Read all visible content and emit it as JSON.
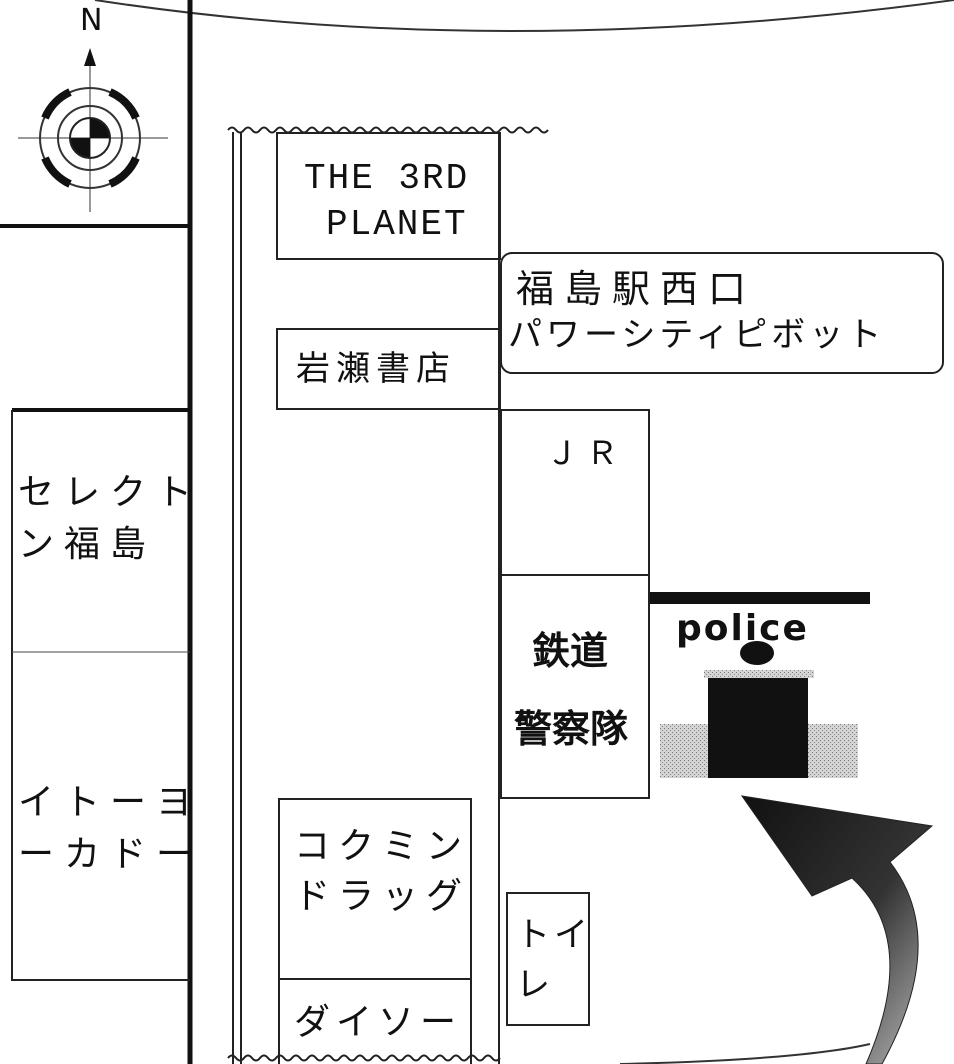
{
  "compass": {
    "north_label": "N"
  },
  "labels": {
    "third_planet_line1": "THE 3RD",
    "third_planet_line2": "PLANET",
    "iwase": "岩瀬書店",
    "powercity_line1": "福島駅西口",
    "powercity_line2": "パワーシティピボット",
    "jr": "ＪＲ",
    "selecton_line1": "セレクト",
    "selecton_line2": "ン福島",
    "ito_line1": "イトーヨ",
    "ito_line2": "ーカドー",
    "railway_police_line1": "鉄道",
    "railway_police_line2": "警察隊",
    "police": "police",
    "kokumin_line1": "コクミン",
    "kokumin_line2": "ドラッグ",
    "toilet_line1": "トイ",
    "toilet_line2": "レ",
    "daiso": "ダイソー"
  },
  "colors": {
    "line": "#222222",
    "police_black": "#111111",
    "stipple": "#b8b8b8"
  }
}
